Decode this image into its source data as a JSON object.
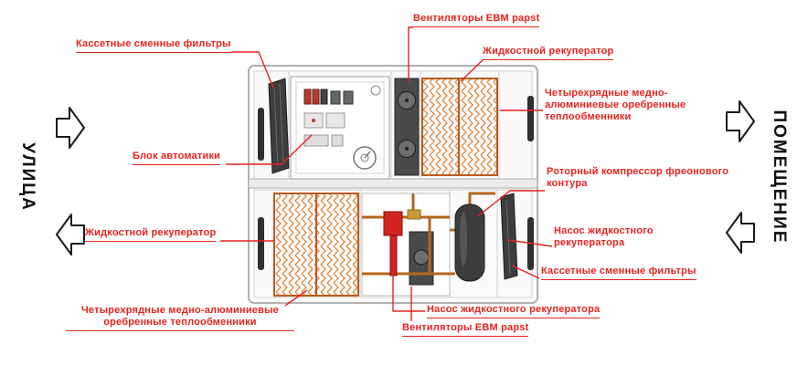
{
  "side_labels": {
    "left": "УЛИЦА",
    "right": "ПОМЕЩЕНИЕ"
  },
  "colors": {
    "label_red": "#e8231d",
    "coil_orange": "#e07b2a",
    "pipe_copper": "#b5651d",
    "casing_gray": "#b0b0b0"
  },
  "labels": [
    {
      "id": "filters-top",
      "text": "Кассетные сменные фильтры"
    },
    {
      "id": "fans-top",
      "text": "Вентиляторы EBM papst"
    },
    {
      "id": "recuperator-top",
      "text": "Жидкостной рекуператор"
    },
    {
      "id": "heat-exchangers-right",
      "text": "Четырехрядные медно-алюминиевые оребренные теплообменники"
    },
    {
      "id": "automation-unit",
      "text": "Блок автоматики"
    },
    {
      "id": "rotary-compressor",
      "text": "Роторный компрессор фреонового контура"
    },
    {
      "id": "pump-right",
      "text": "Насос жидкостного рекуператора"
    },
    {
      "id": "filters-right",
      "text": "Кассетные сменные фильтры"
    },
    {
      "id": "recuperator-left",
      "text": "Жидкостной рекуператор"
    },
    {
      "id": "heat-exchangers-bottom",
      "text": "Четырехрядные медно-алюминиевые оребренные теплообменники"
    },
    {
      "id": "pump-bottom",
      "text": "Насос жидкостного рекуператора"
    },
    {
      "id": "fans-bottom",
      "text": "Вентиляторы EBM papst"
    }
  ]
}
